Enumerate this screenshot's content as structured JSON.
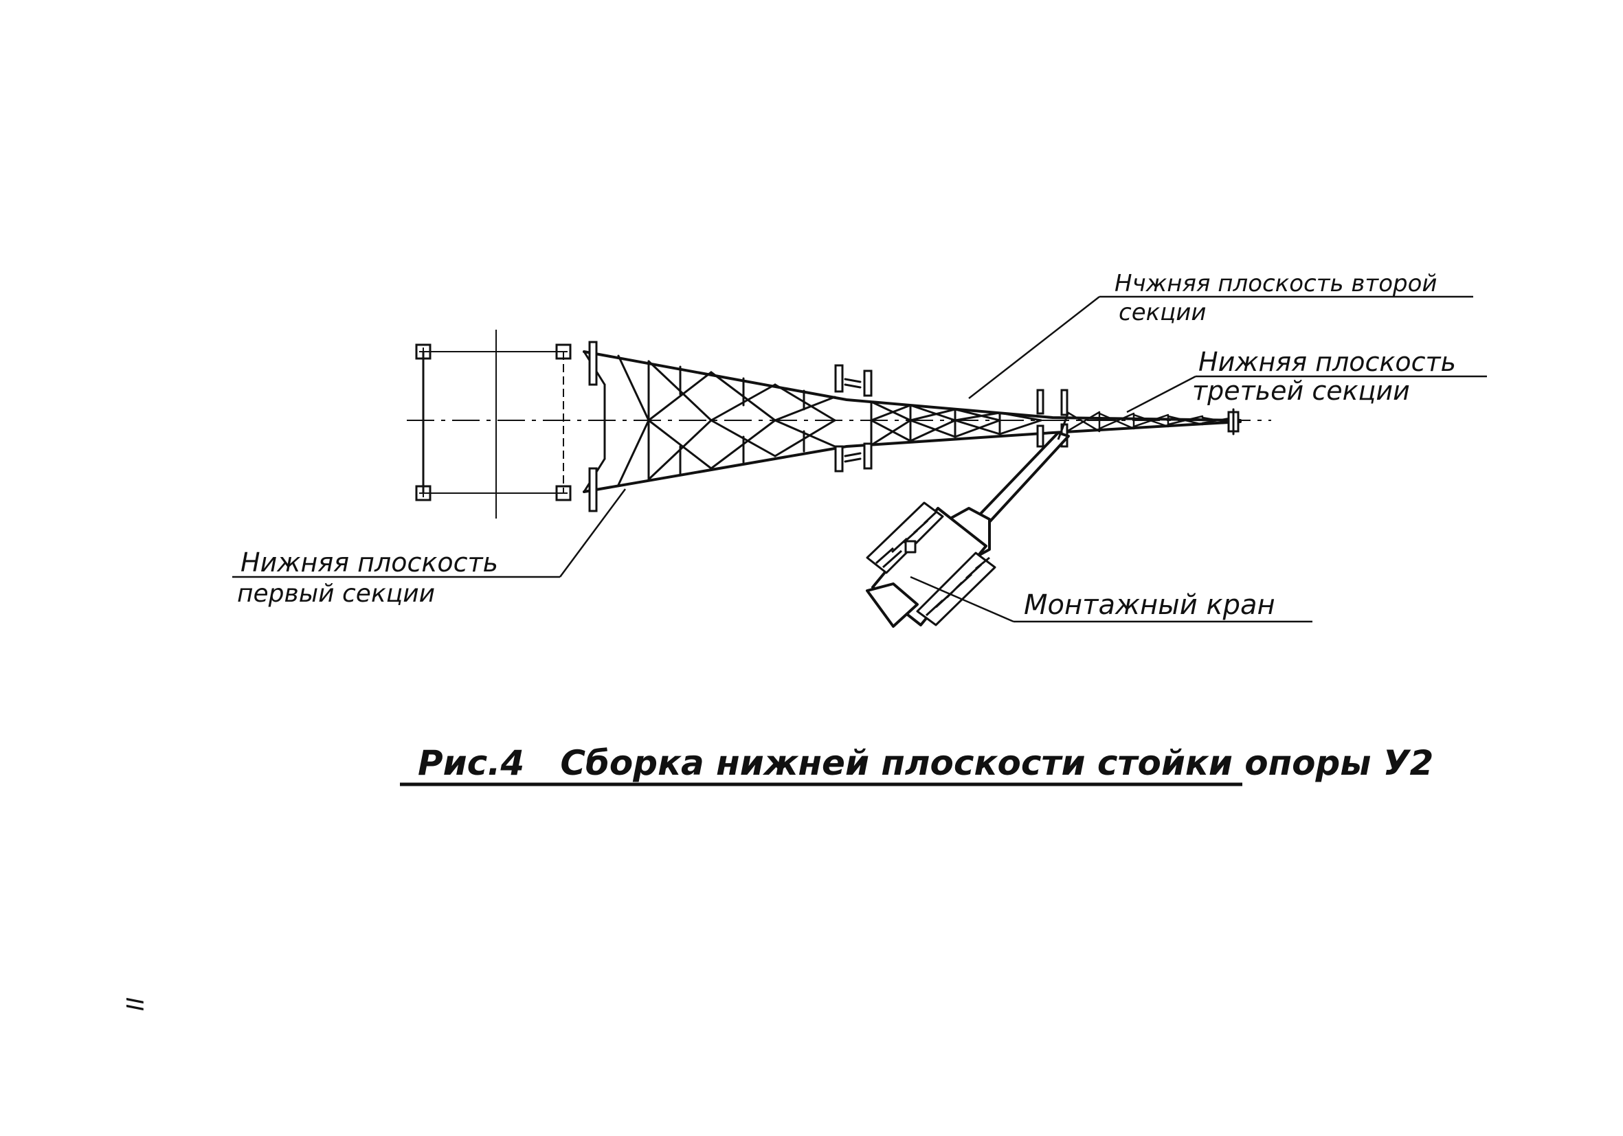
{
  "labels": {
    "second_section_line1": "Нчжняя плоскость второй",
    "second_section_line2": "секции",
    "third_section_line1": "Нижняя плоскость",
    "third_section_line2": "третьей секции",
    "first_section_line1": "Нижняя плоскость",
    "first_section_line2": "первый секции",
    "crane": "Монтажный кран"
  },
  "caption": "Рис.4   Сборка нижней плоскости стойки опоры У2",
  "page_number": "II"
}
